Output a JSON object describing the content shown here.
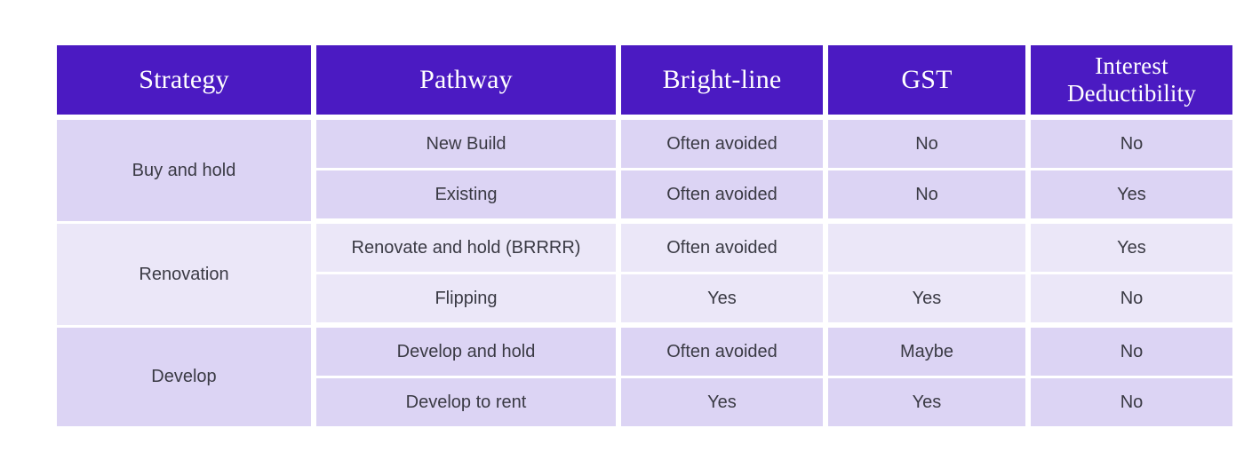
{
  "table": {
    "columns": [
      {
        "label": "Strategy",
        "key": "strategy"
      },
      {
        "label": "Pathway",
        "key": "pathway"
      },
      {
        "label": "Bright-line",
        "key": "brightline"
      },
      {
        "label": "GST",
        "key": "gst"
      },
      {
        "label": "Interest Deductibility",
        "label_line1": "Interest",
        "label_line2": "Deductibility",
        "key": "interest"
      }
    ],
    "groups": [
      {
        "strategy": "Buy and hold",
        "shade": "dark",
        "rows": [
          {
            "pathway": "New Build",
            "brightline": "Often avoided",
            "gst": "No",
            "interest": "No"
          },
          {
            "pathway": "Existing",
            "brightline": "Often avoided",
            "gst": "No",
            "interest": "Yes"
          }
        ]
      },
      {
        "strategy": "Renovation",
        "shade": "light",
        "rows": [
          {
            "pathway": "Renovate and hold (BRRRR)",
            "brightline": "Often avoided",
            "gst": "",
            "interest": "Yes"
          },
          {
            "pathway": "Flipping",
            "brightline": "Yes",
            "gst": "Yes",
            "interest": "No"
          }
        ]
      },
      {
        "strategy": "Develop",
        "shade": "dark",
        "rows": [
          {
            "pathway": "Develop and hold",
            "brightline": "Often avoided",
            "gst": "Maybe",
            "interest": "No"
          },
          {
            "pathway": "Develop to rent",
            "brightline": "Yes",
            "gst": "Yes",
            "interest": "No"
          }
        ]
      }
    ]
  },
  "colors": {
    "header_background": "#4b1ac2",
    "header_text": "#ffffff",
    "cell_shade_dark": "#dcd4f4",
    "cell_shade_light": "#ebe7f8",
    "cell_text": "#3a3a44",
    "page_background": "#ffffff"
  }
}
